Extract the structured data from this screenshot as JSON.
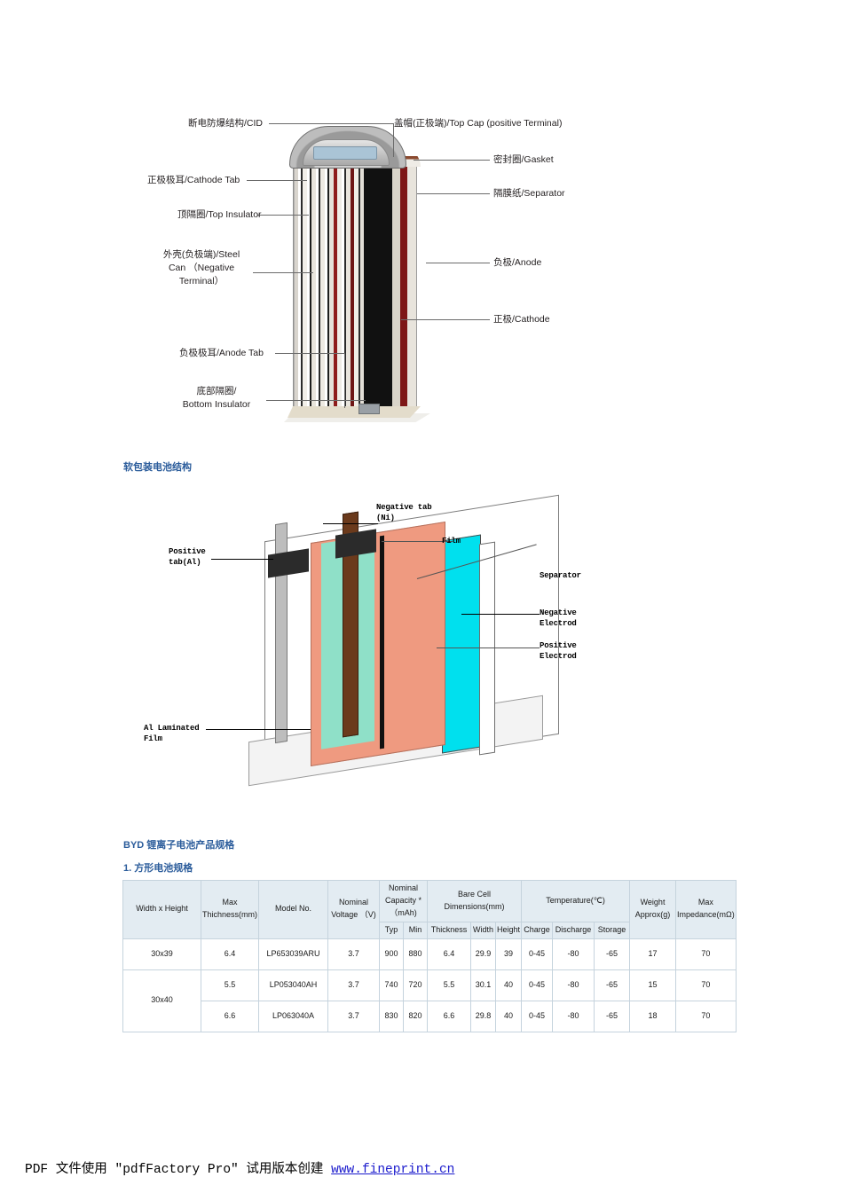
{
  "cylindrical_diagram": {
    "labels_left": [
      {
        "text": "断电防爆结构/CID"
      },
      {
        "text": "正极极耳/Cathode Tab"
      },
      {
        "text": "顶隔圈/Top Insulator"
      },
      {
        "text": "外壳(负极端)/Steel\nCan （Negative\nTerminal）"
      },
      {
        "text": "负极极耳/Anode Tab"
      },
      {
        "text": "底部隔圈/\nBottom Insulator"
      }
    ],
    "labels_right": [
      {
        "text": "盖帽(正极端)/Top Cap (positive Terminal)"
      },
      {
        "text": "密封圈/Gasket"
      },
      {
        "text": "隔膜纸/Separator"
      },
      {
        "text": "负极/Anode"
      },
      {
        "text": "正极/Cathode"
      }
    ]
  },
  "soft_pack_heading": "软包装电池结构",
  "pouch_diagram": {
    "labels": [
      {
        "text": "Negative tab\n(Ni)"
      },
      {
        "text": "Film"
      },
      {
        "text": "Positive\ntab(Al)"
      },
      {
        "text": "Separator"
      },
      {
        "text": "Negative\nElectrod"
      },
      {
        "text": "Positive\nElectrod"
      },
      {
        "text": "Al Laminated\nFilm"
      }
    ]
  },
  "spec_section": {
    "heading": "BYD 锂离子电池产品规格",
    "subheading": "1. 方形电池规格"
  },
  "table": {
    "group_headers": {
      "width_height": "Width x Height",
      "max_thickness": "Max Thichness(mm)",
      "model_no": "Model No.",
      "nominal_voltage": "Nominal Voltage （V)",
      "nominal_capacity": "Nominal Capacity * （mAh)",
      "bare_cell_dimensions": "Bare Cell Dimensions(mm)",
      "temperature": "Temperature(℃)",
      "weight": "Weight Approx(g)",
      "max_impedance": "Max Impedance(mΩ)"
    },
    "sub_headers": {
      "typ": "Typ",
      "min": "Min",
      "thickness": "Thickness",
      "width": "Width",
      "height": "Height",
      "charge": "Charge",
      "discharge": "Discharge",
      "storage": "Storage"
    },
    "rows": [
      {
        "width_height": "30x39",
        "width_height_rowspan": 1,
        "max_thickness": "6.4",
        "model_no": "LP653039ARU",
        "nominal_voltage": "3.7",
        "cap_typ": "900",
        "cap_min": "880",
        "dim_thickness": "6.4",
        "dim_width": "29.9",
        "dim_height": "39",
        "temp_charge": "0-45",
        "temp_discharge": "-80",
        "temp_storage": "-65",
        "weight": "17",
        "max_impedance": "70"
      },
      {
        "width_height": "30x40",
        "width_height_rowspan": 2,
        "max_thickness": "5.5",
        "model_no": "LP053040AH",
        "nominal_voltage": "3.7",
        "cap_typ": "740",
        "cap_min": "720",
        "dim_thickness": "5.5",
        "dim_width": "30.1",
        "dim_height": "40",
        "temp_charge": "0-45",
        "temp_discharge": "-80",
        "temp_storage": "-65",
        "weight": "15",
        "max_impedance": "70"
      },
      {
        "width_height": null,
        "width_height_rowspan": 0,
        "max_thickness": "6.6",
        "model_no": "LP063040A",
        "nominal_voltage": "3.7",
        "cap_typ": "830",
        "cap_min": "820",
        "dim_thickness": "6.6",
        "dim_width": "29.8",
        "dim_height": "40",
        "temp_charge": "0-45",
        "temp_discharge": "-80",
        "temp_storage": "-65",
        "weight": "18",
        "max_impedance": "70"
      }
    ]
  },
  "footer": {
    "text": "PDF 文件使用 \"pdfFactory Pro\" 试用版本创建 ",
    "link": "www.fineprint.cn"
  },
  "colors": {
    "heading_blue": "#2b5c9b",
    "table_header_bg": "#e3ecf2",
    "table_border": "#c5d3dd",
    "link_blue": "#1a1acc",
    "pouch_salmon": "#ef9a80",
    "pouch_cyan": "#00e0ee",
    "pouch_mint": "#8fe0c8",
    "cathode_red": "#7e1717"
  }
}
